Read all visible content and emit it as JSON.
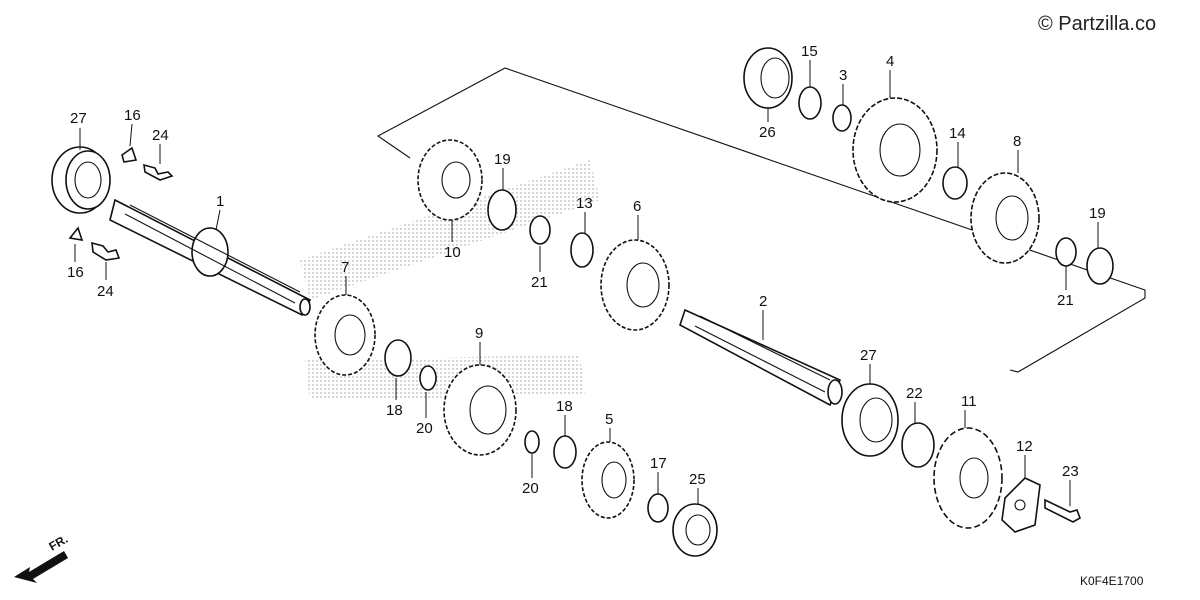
{
  "watermark": {
    "copyright": "© Partzilla.co",
    "diagram_code": "K0F4E1700"
  },
  "direction": {
    "label": "FR."
  },
  "callouts": [
    {
      "id": "c27a",
      "text": "27"
    },
    {
      "id": "c16a",
      "text": "16"
    },
    {
      "id": "c24a",
      "text": "24"
    },
    {
      "id": "c1",
      "text": "1"
    },
    {
      "id": "c16b",
      "text": "16"
    },
    {
      "id": "c24b",
      "text": "24"
    },
    {
      "id": "c10",
      "text": "10"
    },
    {
      "id": "c19a",
      "text": "19"
    },
    {
      "id": "c21a",
      "text": "21"
    },
    {
      "id": "c13",
      "text": "13"
    },
    {
      "id": "c6",
      "text": "6"
    },
    {
      "id": "c7",
      "text": "7"
    },
    {
      "id": "c18a",
      "text": "18"
    },
    {
      "id": "c20a",
      "text": "20"
    },
    {
      "id": "c9",
      "text": "9"
    },
    {
      "id": "c18b",
      "text": "18"
    },
    {
      "id": "c20b",
      "text": "20"
    },
    {
      "id": "c5",
      "text": "5"
    },
    {
      "id": "c17",
      "text": "17"
    },
    {
      "id": "c25",
      "text": "25"
    },
    {
      "id": "c15",
      "text": "15"
    },
    {
      "id": "c3",
      "text": "3"
    },
    {
      "id": "c4",
      "text": "4"
    },
    {
      "id": "c26",
      "text": "26"
    },
    {
      "id": "c14",
      "text": "14"
    },
    {
      "id": "c8",
      "text": "8"
    },
    {
      "id": "c19b",
      "text": "19"
    },
    {
      "id": "c21b",
      "text": "21"
    },
    {
      "id": "c2",
      "text": "2"
    },
    {
      "id": "c27b",
      "text": "27"
    },
    {
      "id": "c22",
      "text": "22"
    },
    {
      "id": "c11",
      "text": "11"
    },
    {
      "id": "c12",
      "text": "12"
    },
    {
      "id": "c23",
      "text": "23"
    }
  ]
}
